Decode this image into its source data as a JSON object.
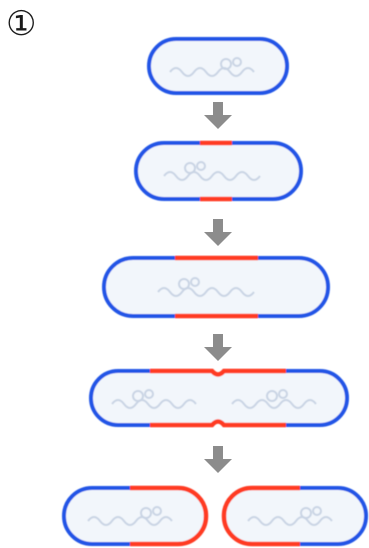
{
  "panel_label": "①",
  "colors": {
    "old_wall": "#2255e6",
    "new_wall": "#ff3b22",
    "cell_fill": "#f2f6fb",
    "arrow": "#8c8c8c",
    "nucleoid": "#c9d4e4"
  },
  "stages": [
    {
      "id": "stage-1",
      "description_icon": "single-cell-icon"
    },
    {
      "id": "stage-2",
      "description_icon": "growing-cell-icon"
    },
    {
      "id": "stage-3",
      "description_icon": "elongated-cell-icon"
    },
    {
      "id": "stage-4",
      "description_icon": "constricting-cell-icon"
    },
    {
      "id": "stage-5",
      "description_icon": "daughter-cells-icon"
    }
  ]
}
